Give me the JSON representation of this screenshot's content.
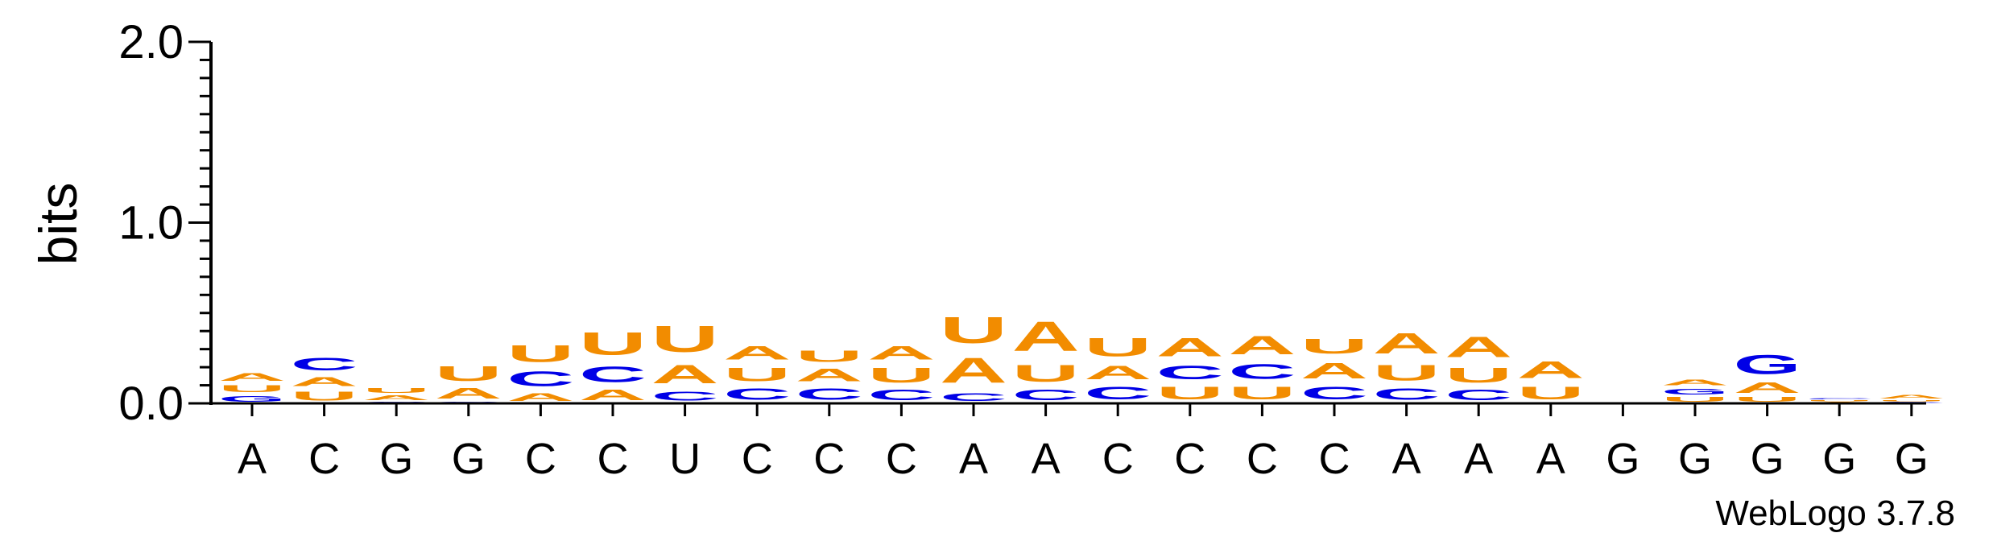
{
  "chart_data": {
    "type": "sequence-logo",
    "ylabel": "bits",
    "ylim": [
      0,
      2.0
    ],
    "yticks": [
      "0.0",
      "1.0",
      "2.0"
    ],
    "footer": "WebLogo 3.7.8",
    "colors": {
      "A": "#f28c00",
      "U": "#f28c00",
      "C": "#0000e6",
      "G": "#0000e6"
    },
    "positions": [
      {
        "label": "A",
        "stack": [
          [
            "G",
            0.05
          ],
          [
            "U",
            0.06
          ],
          [
            "A",
            0.07
          ]
        ]
      },
      {
        "label": "C",
        "stack": [
          [
            "U",
            0.08
          ],
          [
            "A",
            0.08
          ],
          [
            "C",
            0.11
          ]
        ]
      },
      {
        "label": "G",
        "stack": [
          [
            "C",
            0.01
          ],
          [
            "A",
            0.04
          ],
          [
            "U",
            0.04
          ]
        ]
      },
      {
        "label": "G",
        "stack": [
          [
            "C",
            0.01
          ],
          [
            "A",
            0.09
          ],
          [
            "U",
            0.13
          ]
        ]
      },
      {
        "label": "C",
        "stack": [
          [
            "A",
            0.07
          ],
          [
            "C",
            0.13
          ],
          [
            "U",
            0.15
          ]
        ]
      },
      {
        "label": "C",
        "stack": [
          [
            "A",
            0.09
          ],
          [
            "C",
            0.14
          ],
          [
            "U",
            0.2
          ]
        ]
      },
      {
        "label": "U",
        "stack": [
          [
            "C",
            0.08
          ],
          [
            "A",
            0.16
          ],
          [
            "U",
            0.23
          ]
        ]
      },
      {
        "label": "C",
        "stack": [
          [
            "C",
            0.1
          ],
          [
            "U",
            0.12
          ],
          [
            "A",
            0.12
          ]
        ]
      },
      {
        "label": "C",
        "stack": [
          [
            "C",
            0.1
          ],
          [
            "A",
            0.11
          ],
          [
            "U",
            0.1
          ]
        ]
      },
      {
        "label": "C",
        "stack": [
          [
            "C",
            0.09
          ],
          [
            "U",
            0.13
          ],
          [
            "A",
            0.12
          ]
        ]
      },
      {
        "label": "A",
        "stack": [
          [
            "C",
            0.07
          ],
          [
            "A",
            0.22
          ],
          [
            "U",
            0.23
          ]
        ]
      },
      {
        "label": "A",
        "stack": [
          [
            "C",
            0.09
          ],
          [
            "U",
            0.15
          ],
          [
            "A",
            0.26
          ]
        ]
      },
      {
        "label": "C",
        "stack": [
          [
            "C",
            0.11
          ],
          [
            "A",
            0.12
          ],
          [
            "U",
            0.16
          ]
        ]
      },
      {
        "label": "C",
        "stack": [
          [
            "U",
            0.11
          ],
          [
            "C",
            0.12
          ],
          [
            "A",
            0.16
          ]
        ]
      },
      {
        "label": "C",
        "stack": [
          [
            "U",
            0.11
          ],
          [
            "C",
            0.13
          ],
          [
            "A",
            0.16
          ]
        ]
      },
      {
        "label": "C",
        "stack": [
          [
            "C",
            0.11
          ],
          [
            "A",
            0.14
          ],
          [
            "U",
            0.13
          ]
        ]
      },
      {
        "label": "A",
        "stack": [
          [
            "C",
            0.1
          ],
          [
            "U",
            0.14
          ],
          [
            "A",
            0.18
          ]
        ]
      },
      {
        "label": "A",
        "stack": [
          [
            "C",
            0.09
          ],
          [
            "U",
            0.13
          ],
          [
            "A",
            0.18
          ]
        ]
      },
      {
        "label": "A",
        "stack": [
          [
            "U",
            0.11
          ],
          [
            "A",
            0.15
          ]
        ]
      },
      {
        "label": "G",
        "stack": []
      },
      {
        "label": "G",
        "stack": [
          [
            "U",
            0.04
          ],
          [
            "G",
            0.05
          ],
          [
            "A",
            0.05
          ]
        ]
      },
      {
        "label": "G",
        "stack": [
          [
            "U",
            0.04
          ],
          [
            "A",
            0.09
          ],
          [
            "G",
            0.17
          ]
        ]
      },
      {
        "label": "G",
        "stack": [
          [
            "A",
            0.01
          ],
          [
            "U",
            0.01
          ],
          [
            "C",
            0.01
          ]
        ]
      },
      {
        "label": "G",
        "stack": [
          [
            "C",
            0.01
          ],
          [
            "U",
            0.01
          ],
          [
            "A",
            0.03
          ]
        ]
      }
    ]
  }
}
